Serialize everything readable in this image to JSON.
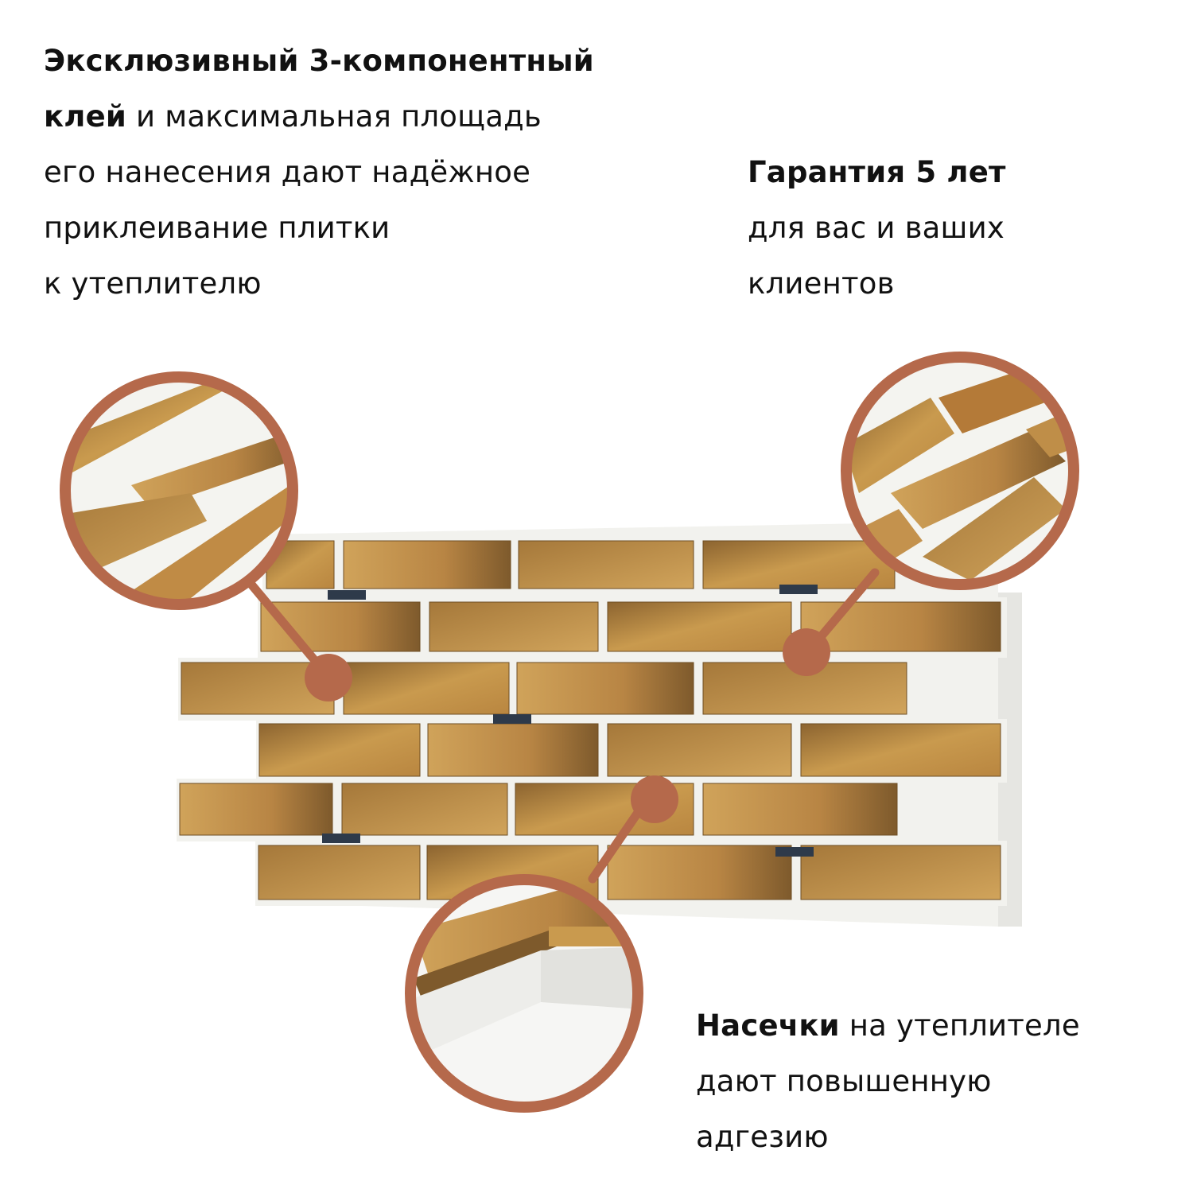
{
  "colors": {
    "accent": "#B5694B",
    "brick_light": "#C99A4E",
    "brick_dark": "#8C6430",
    "grout": "#F2F2EE"
  },
  "blocks": {
    "adhesive": {
      "bold": "Эксклюзивный 3-компонентный клей",
      "lines": [
        "Эксклюзивный 3-компонентный",
        "клей",
        "и максимальная площадь",
        "его нанесения дают надёжное",
        "приклеивание плитки",
        "к утеплителю"
      ]
    },
    "warranty": {
      "lines": [
        "Гарантия 5 лет",
        "для вас и ваших",
        "клиентов"
      ]
    },
    "notches": {
      "lines": [
        "Насечки",
        "на утеплителе",
        "дают повышенную",
        "адгезию"
      ]
    }
  },
  "icons": {
    "callout_left": "zoom-glue-icon",
    "callout_right": "zoom-tiles-icon",
    "callout_bottom": "zoom-insulation-icon"
  }
}
